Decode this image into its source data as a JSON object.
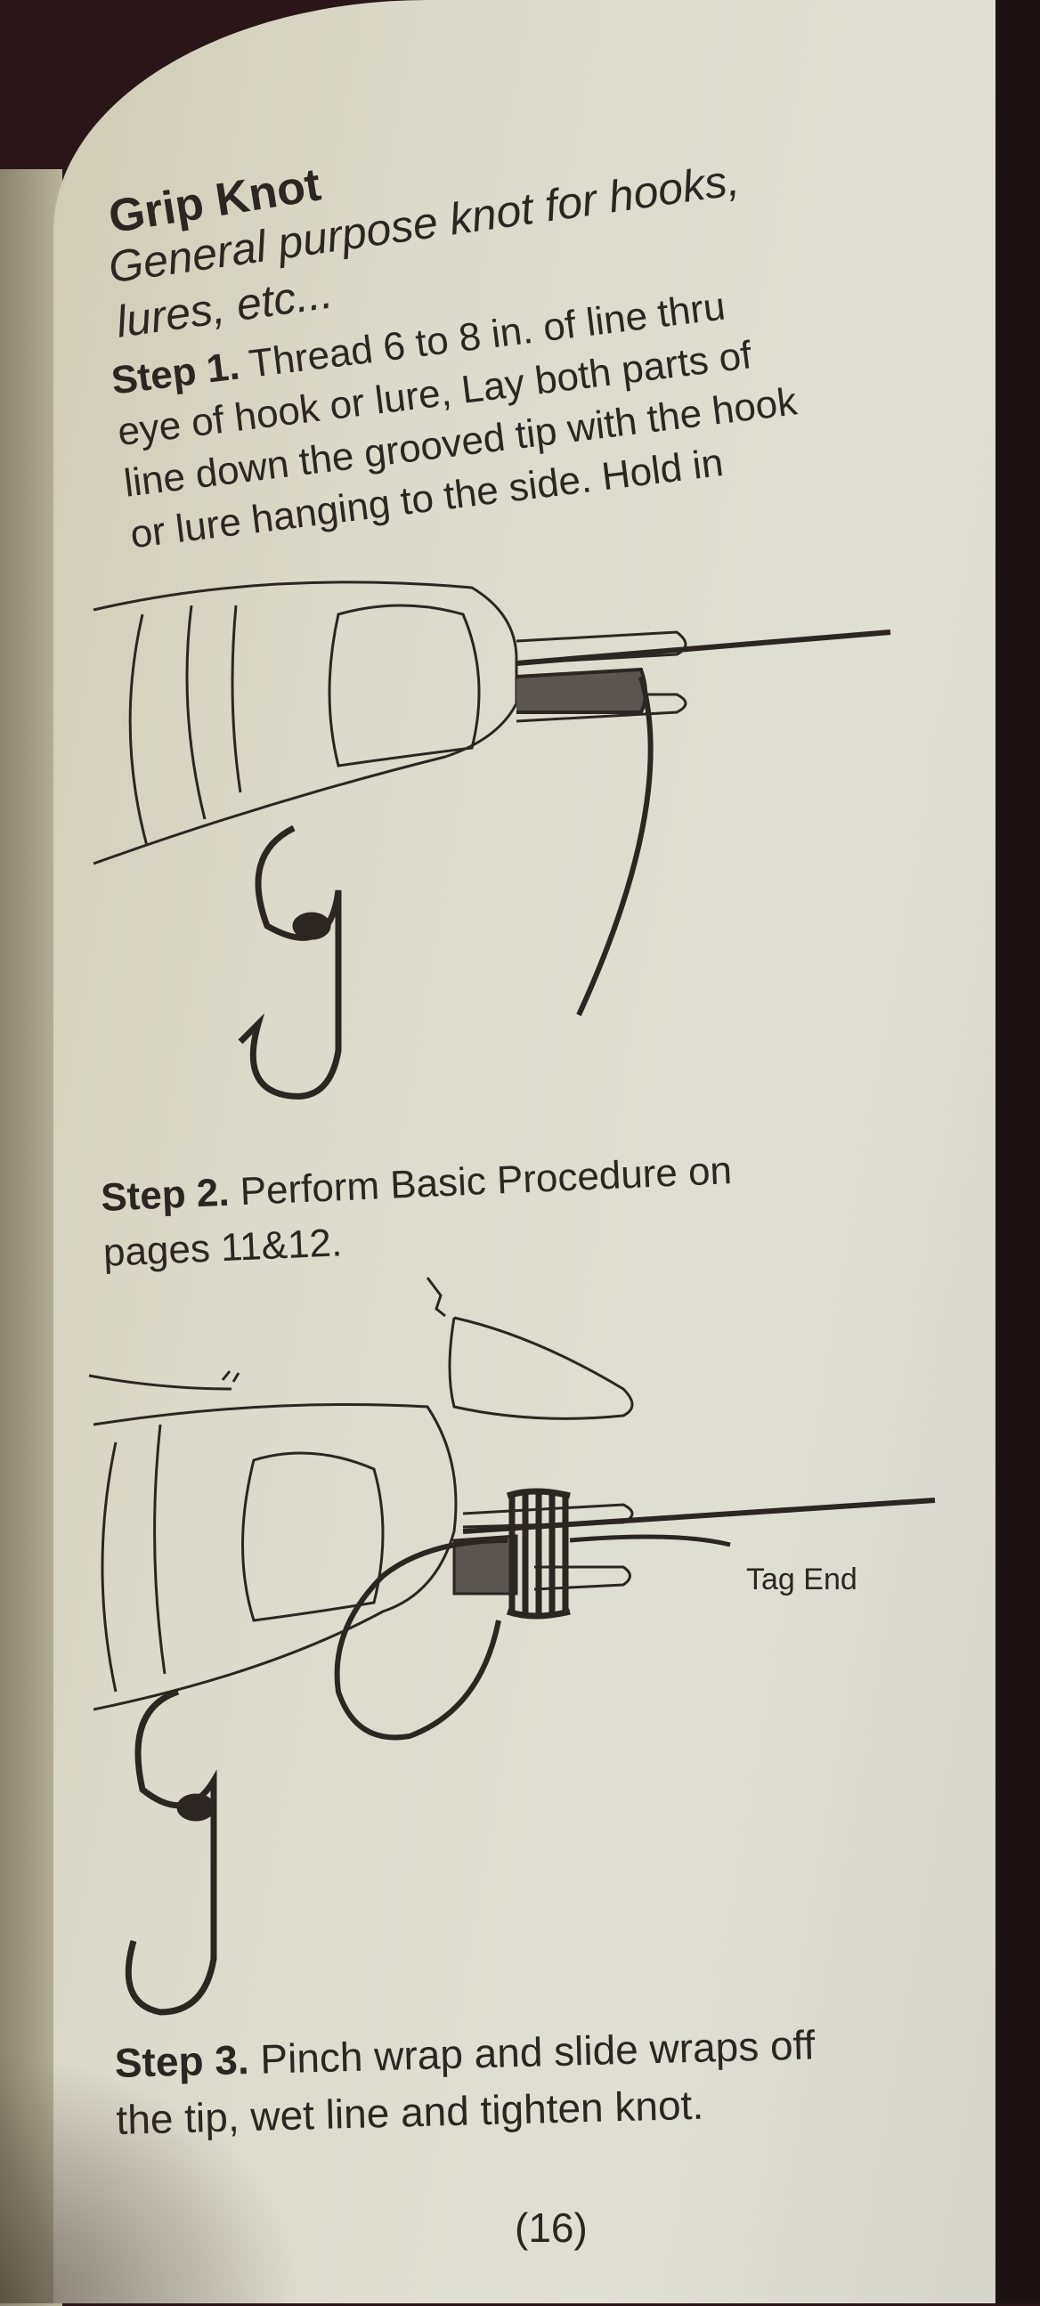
{
  "title": "Grip Knot",
  "subtitle_lines": [
    "General purpose knot for hooks,",
    "lures, etc..."
  ],
  "step1": {
    "label": "Step 1.",
    "lines": [
      "Thread  6 to 8 in. of line thru",
      "eye of hook or lure, Lay both parts of",
      "line down the grooved tip with the hook",
      "or lure hanging to the side. Hold in"
    ]
  },
  "step2": {
    "label": "Step 2.",
    "lines": [
      "Perform Basic Procedure on",
      "pages 11&12."
    ]
  },
  "illustration2_label": "Tag End",
  "step3": {
    "label": "Step 3.",
    "lines": [
      "Pinch wrap and slide wraps off",
      "the tip, wet line and tighten knot."
    ]
  },
  "page_number": "(16)"
}
